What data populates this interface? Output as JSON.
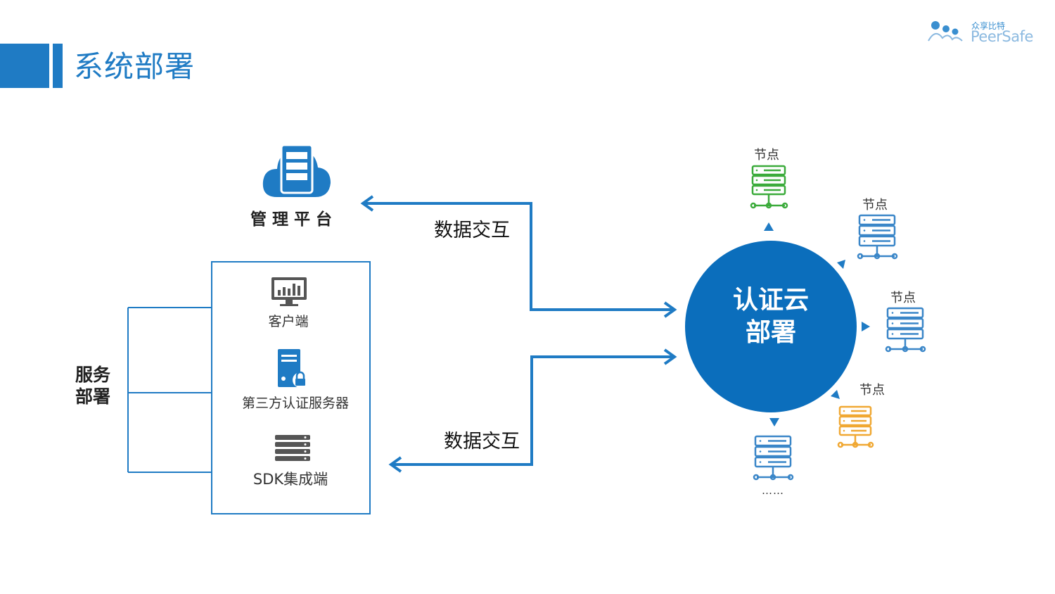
{
  "header": {
    "title": "系统部署",
    "logo_cn": "众享比特",
    "logo_en": "PeerSafe",
    "accent_color": "#1f7bc4"
  },
  "management": {
    "label": "管理平台",
    "icon": "cloud-server-icon"
  },
  "service_deployment": {
    "label": "服务部署",
    "items": [
      {
        "label": "客户端",
        "icon": "monitor-chart-icon"
      },
      {
        "label": "第三方认证服务器",
        "icon": "server-lock-icon"
      },
      {
        "label": "SDK集成端",
        "icon": "server-rack-icon"
      }
    ]
  },
  "arrows": {
    "upper_label": "数据交互",
    "lower_label": "数据交互"
  },
  "cloud": {
    "title": "认证云部署",
    "color": "#0b6ebc"
  },
  "nodes": [
    {
      "label": "节点",
      "color": "#3bab3b"
    },
    {
      "label": "节点",
      "color": "#3a86c8"
    },
    {
      "label": "节点",
      "color": "#3a86c8"
    },
    {
      "label": "节点",
      "color": "#f0a833"
    },
    {
      "label": "",
      "color": "#3a86c8"
    }
  ],
  "more_nodes": "……"
}
